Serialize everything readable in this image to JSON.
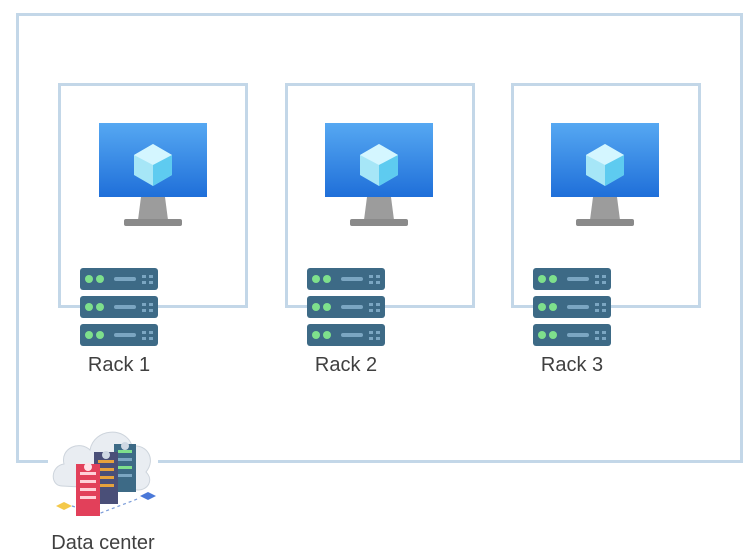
{
  "racks": [
    {
      "label": "Rack 1"
    },
    {
      "label": "Rack 2"
    },
    {
      "label": "Rack 3"
    }
  ],
  "datacenter": {
    "label": "Data center"
  },
  "icons": {
    "vm": "virtual-machine-icon",
    "server": "server-rack-icon",
    "datacenter": "datacenter-cloud-icon"
  },
  "colors": {
    "border": "#c3d7e8",
    "monitor_blue": "#1f7fe0",
    "server_body": "#3d6a86",
    "server_led": "#7ee08c",
    "label_text": "#404040"
  }
}
